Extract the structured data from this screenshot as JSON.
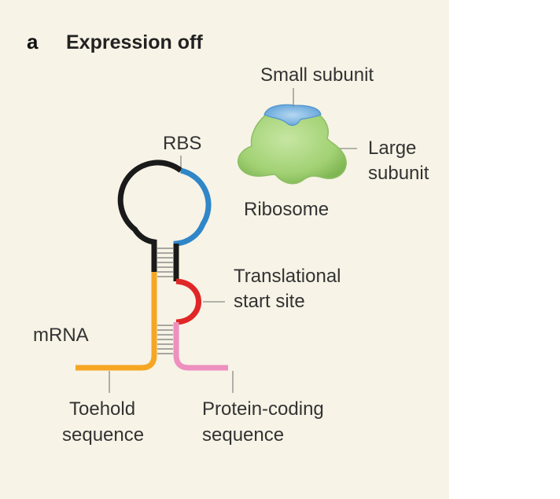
{
  "panel": {
    "letter": "a",
    "title": "Expression off"
  },
  "labels": {
    "small_subunit": "Small subunit",
    "large_subunit_line1": "Large",
    "large_subunit_line2": "subunit",
    "ribosome": "Ribosome",
    "rbs": "RBS",
    "start_site_line1": "Translational",
    "start_site_line2": "start site",
    "mrna": "mRNA",
    "toehold_line1": "Toehold",
    "toehold_line2": "sequence",
    "coding_line1": "Protein-coding",
    "coding_line2": "sequence"
  },
  "colors": {
    "background": "#f7f3e6",
    "loop_black": "#1a1a1a",
    "rbs_blue": "#2f86c8",
    "toehold_orange": "#f5a623",
    "start_site_red": "#e02626",
    "coding_pink": "#ee8fc0",
    "ribosome_green": "#a8d57c",
    "small_subunit_blue": "#7fb6e6"
  }
}
